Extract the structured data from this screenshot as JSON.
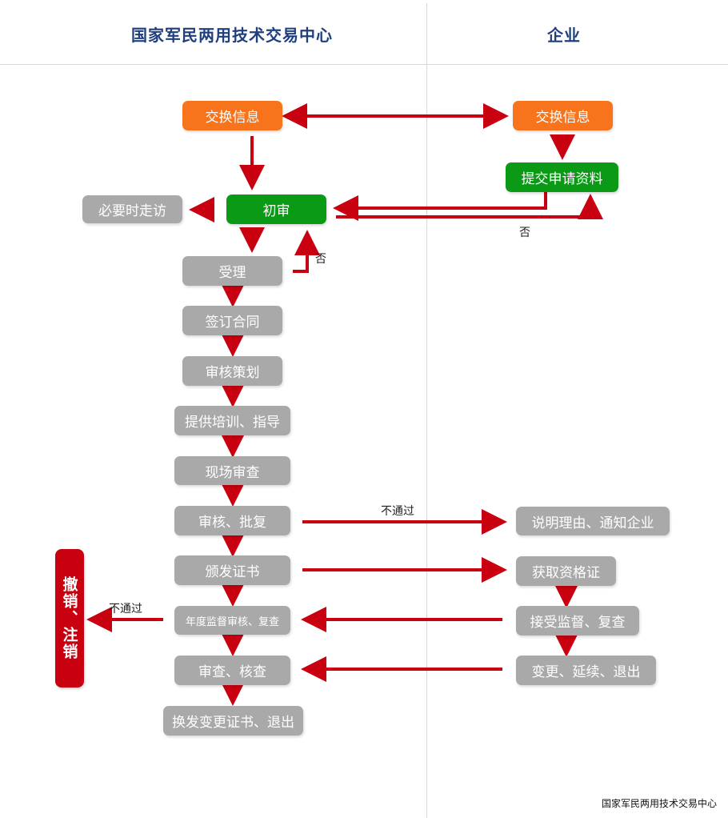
{
  "header": {
    "left_title": "国家军民两用技术交易中心",
    "right_title": "企业"
  },
  "left": {
    "exchange_info": "交换信息",
    "initial_review": "初审",
    "visit_if_needed": "必要时走访",
    "accept": "受理",
    "sign_contract": "签订合同",
    "review_planning": "审核策划",
    "training_guidance": "提供培训、指导",
    "onsite_review": "现场审查",
    "review_approval": "审核、批复",
    "issue_certificate": "颁发证书",
    "annual_review": "年度监督审核、复查",
    "inspect_check": "审查、核查",
    "change_certificate_exit": "换发变更证书、退出",
    "revoke_cancel": "撤销、注销"
  },
  "right": {
    "exchange_info": "交换信息",
    "submit_materials": "提交申请资料",
    "explain_notify": "说明理由、通知企业",
    "obtain_certificate": "获取资格证",
    "accept_supervision": "接受监督、复查",
    "change_extend_exit": "变更、延续、退出"
  },
  "labels": {
    "no_left": "否",
    "no_right": "否",
    "not_pass_right": "不通过",
    "not_pass_left": "不通过"
  },
  "footer": "国家军民两用技术交易中心",
  "colors": {
    "orange": "#f7731c",
    "green": "#0a9a16",
    "gray": "#a9a9a9",
    "red": "#c8000f",
    "arrow": "#c8000f",
    "title": "#1f3f7f"
  }
}
